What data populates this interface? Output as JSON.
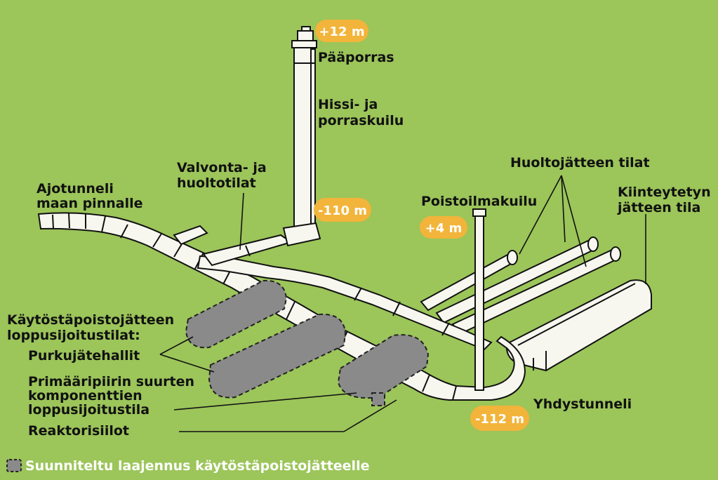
{
  "labels": {
    "main_stairs": "Pääporras",
    "elevator_line1": "Hissi- ja",
    "elevator_line2": "porraskuilu",
    "control_line1": "Valvonta- ja",
    "control_line2": "huoltotilat",
    "drive_line1": "Ajotunneli",
    "drive_line2": "maan pinnalle",
    "maintenance_waste": "Huoltojätteen tilat",
    "exhaust_shaft": "Poistoilmakuilu",
    "solid_line1": "Kiinteytetyn",
    "solid_line2": "jätteen tila",
    "operating_line1": "Käytöstäpoistojätteen",
    "operating_line2": "loppusijoitustilat:",
    "demolition_halls": "Purkujätehallit",
    "primary_line1": "Primääripiirin suurten",
    "primary_line2": "komponenttien",
    "primary_line3": "loppusijoitustila",
    "reactor_silos": "Reaktorisiilot",
    "connecting_tunnel": "Yhdystunneli"
  },
  "badges": {
    "top": "+12 m",
    "shaft_bottom": "-110 m",
    "exhaust": "+4 m",
    "tunnel_bottom": "-112 m"
  },
  "legend": {
    "text": "Suunniteltu laajennus käytöstäpoistojätteelle"
  },
  "colors": {
    "background": "#9cc55a",
    "badge": "#f2b43a",
    "tunnel": "#f7f7f0",
    "planned": "#8a8a8a",
    "text": "#111111"
  }
}
